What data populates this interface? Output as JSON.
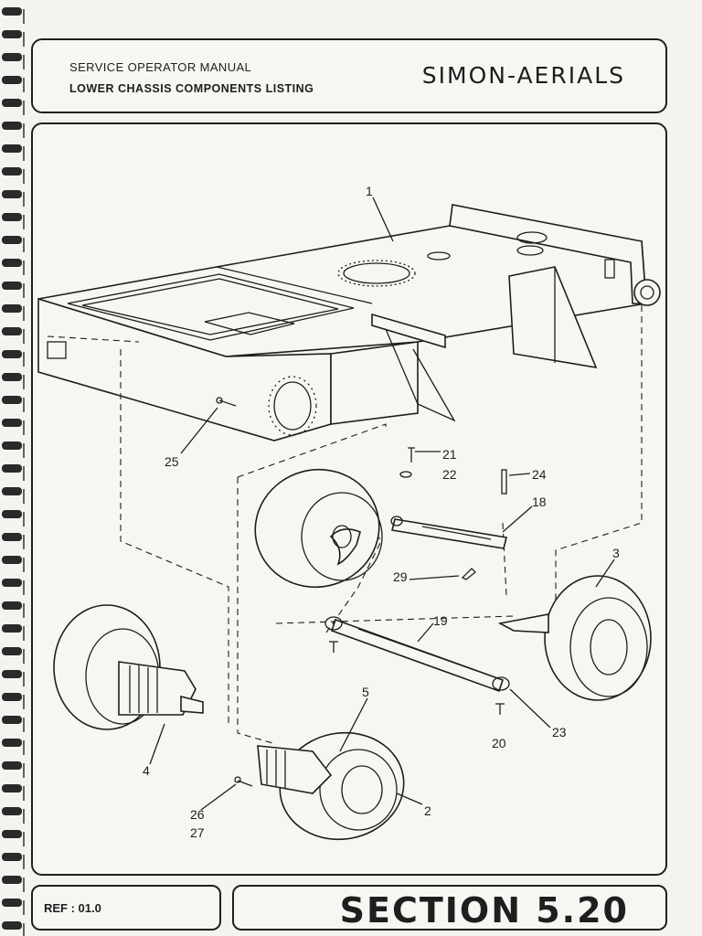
{
  "header": {
    "manual_title": "SERVICE OPERATOR MANUAL",
    "listing_title": "LOWER CHASSIS COMPONENTS LISTING",
    "brand": "SIMON-AERIALS"
  },
  "drawing": {
    "callouts": {
      "c1": "1",
      "c2": "2",
      "c3": "3",
      "c4": "4",
      "c5": "5",
      "c18": "18",
      "c19": "19",
      "c20": "20",
      "c21": "21",
      "c22": "22",
      "c23": "23",
      "c24": "24",
      "c25": "25",
      "c26": "26",
      "c27": "27",
      "c29": "29"
    }
  },
  "footer": {
    "ref": "REF : 01.0",
    "section": "SECTION  5.20"
  }
}
